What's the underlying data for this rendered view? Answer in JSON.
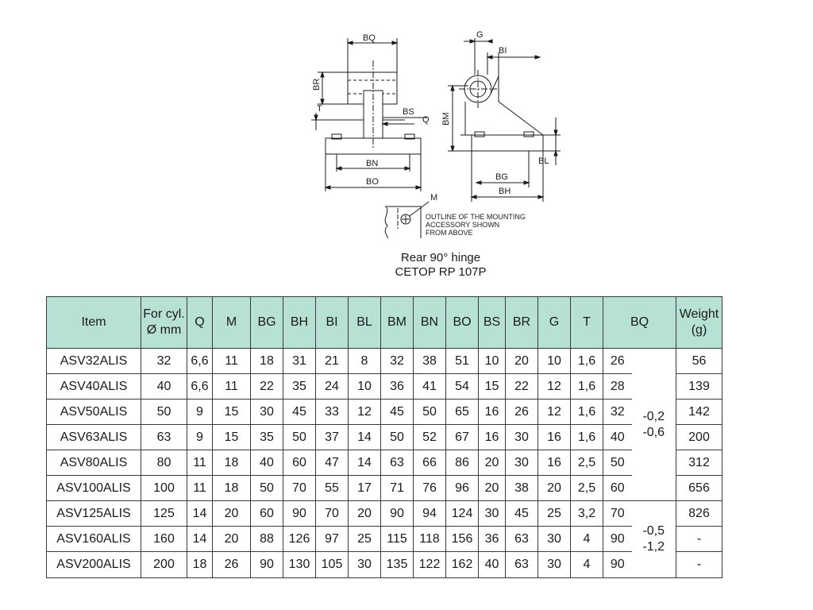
{
  "drawing": {
    "labels": {
      "bq": "BQ",
      "br": "BR",
      "t": "T",
      "bs": "BS",
      "q": "Q",
      "bn": "BN",
      "bo": "BO",
      "g": "G",
      "bi": "BI",
      "bm": "BM",
      "bl": "BL",
      "bg": "BG",
      "bh": "BH",
      "m": "M"
    },
    "note_lines": [
      "OUTLINE OF THE MOUNTING",
      "ACCESSORY SHOWN",
      "FROM ABOVE"
    ]
  },
  "caption": {
    "line1": "Rear 90° hinge",
    "line2": "CETOP RP 107P"
  },
  "table": {
    "header": {
      "item": "Item",
      "cyl_line1": "For cyl.",
      "cyl_line2": "Ø mm",
      "q": "Q",
      "m": "M",
      "bg": "BG",
      "bh": "BH",
      "bi": "BI",
      "bl": "BL",
      "bm": "BM",
      "bn": "BN",
      "bo": "BO",
      "bs": "BS",
      "br": "BR",
      "g": "G",
      "t": "T",
      "bq": "BQ",
      "weight_line1": "Weight",
      "weight_line2": "(g)"
    },
    "rows": [
      {
        "item": "ASV32ALIS",
        "cyl": "32",
        "q": "6,6",
        "m": "11",
        "bg": "18",
        "bh": "31",
        "bi": "21",
        "bl": "8",
        "bm": "32",
        "bn": "38",
        "bo": "51",
        "bs": "10",
        "br": "20",
        "g": "10",
        "t": "1,6",
        "bq": "26",
        "weight": "56"
      },
      {
        "item": "ASV40ALIS",
        "cyl": "40",
        "q": "6,6",
        "m": "11",
        "bg": "22",
        "bh": "35",
        "bi": "24",
        "bl": "10",
        "bm": "36",
        "bn": "41",
        "bo": "54",
        "bs": "15",
        "br": "22",
        "g": "12",
        "t": "1,6",
        "bq": "28",
        "weight": "139"
      },
      {
        "item": "ASV50ALIS",
        "cyl": "50",
        "q": "9",
        "m": "15",
        "bg": "30",
        "bh": "45",
        "bi": "33",
        "bl": "12",
        "bm": "45",
        "bn": "50",
        "bo": "65",
        "bs": "16",
        "br": "26",
        "g": "12",
        "t": "1,6",
        "bq": "32",
        "weight": "142"
      },
      {
        "item": "ASV63ALIS",
        "cyl": "63",
        "q": "9",
        "m": "15",
        "bg": "35",
        "bh": "50",
        "bi": "37",
        "bl": "14",
        "bm": "50",
        "bn": "52",
        "bo": "67",
        "bs": "16",
        "br": "30",
        "g": "16",
        "t": "1,6",
        "bq": "40",
        "weight": "200"
      },
      {
        "item": "ASV80ALIS",
        "cyl": "80",
        "q": "11",
        "m": "18",
        "bg": "40",
        "bh": "60",
        "bi": "47",
        "bl": "14",
        "bm": "63",
        "bn": "66",
        "bo": "86",
        "bs": "20",
        "br": "30",
        "g": "16",
        "t": "2,5",
        "bq": "50",
        "weight": "312"
      },
      {
        "item": "ASV100ALIS",
        "cyl": "100",
        "q": "11",
        "m": "18",
        "bg": "50",
        "bh": "70",
        "bi": "55",
        "bl": "17",
        "bm": "71",
        "bn": "76",
        "bo": "96",
        "bs": "20",
        "br": "38",
        "g": "20",
        "t": "2,5",
        "bq": "60",
        "weight": "656"
      },
      {
        "item": "ASV125ALIS",
        "cyl": "125",
        "q": "14",
        "m": "20",
        "bg": "60",
        "bh": "90",
        "bi": "70",
        "bl": "20",
        "bm": "90",
        "bn": "94",
        "bo": "124",
        "bs": "30",
        "br": "45",
        "g": "25",
        "t": "3,2",
        "bq": "70",
        "weight": "826"
      },
      {
        "item": "ASV160ALIS",
        "cyl": "160",
        "q": "14",
        "m": "20",
        "bg": "88",
        "bh": "126",
        "bi": "97",
        "bl": "25",
        "bm": "115",
        "bn": "118",
        "bo": "156",
        "bs": "36",
        "br": "63",
        "g": "30",
        "t": "4",
        "bq": "90",
        "weight": "-"
      },
      {
        "item": "ASV200ALIS",
        "cyl": "200",
        "q": "18",
        "m": "26",
        "bg": "90",
        "bh": "130",
        "bi": "105",
        "bl": "30",
        "bm": "135",
        "bn": "122",
        "bo": "162",
        "bs": "40",
        "br": "63",
        "g": "30",
        "t": "4",
        "bq": "90",
        "weight": "-"
      }
    ],
    "tolerance_groups": [
      {
        "line1": "-0,2",
        "line2": "-0,6"
      },
      {
        "line1": "-0,5",
        "line2": "-1,2"
      }
    ]
  },
  "colors": {
    "header_bg": "#b7e1d4",
    "border": "#3a3a3a"
  }
}
